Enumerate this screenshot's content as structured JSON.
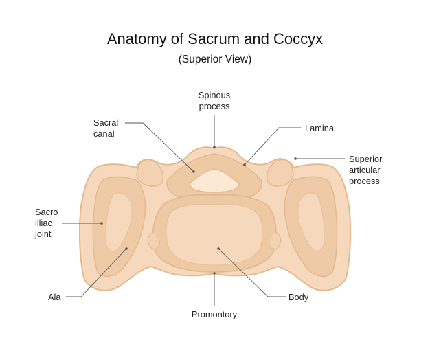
{
  "title": "Anatomy of Sacrum and Coccyx",
  "subtitle": "(Superior View)",
  "labels": {
    "spinous_process": "Spinous\nprocess",
    "sacral_canal": "Sacral\ncanal",
    "lamina": "Lamina",
    "superior_articular_process": "Superior\narticular\nprocess",
    "sacro_iliac_joint": "Sacro\nilliac\njoint",
    "ala": "Ala",
    "body": "Body",
    "promontory": "Promontory"
  },
  "colors": {
    "bone_main": "#f6d9bc",
    "bone_dark": "#e9c29d",
    "bone_light": "#fbe9d6",
    "bone_outline": "#e4b98f",
    "leader_line": "#555555"
  }
}
